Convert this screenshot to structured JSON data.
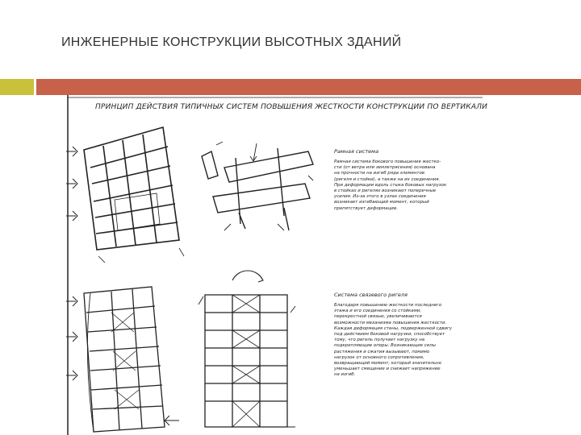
{
  "slide": {
    "title": "ИНЖЕНЕРНЫЕ КОНСТРУКЦИИ ВЫСОТНЫХ ЗДАНИЙ",
    "accent_colors": {
      "square": "#c9c13a",
      "bar": "#c8614a"
    }
  },
  "figure": {
    "heading": "ПРИНЦИП ДЕЙСТВИЯ ТИПИЧНЫХ СИСТЕМ ПОВЫШЕНИЯ ЖЕСТКОСТИ КОНСТРУКЦИИ ПО ВЕРТИКАЛИ",
    "frame_system": {
      "title": "Рамная система",
      "text": "Рамная система бокового повышения жестко-\nсти (от ветра или землетрясения) основана\nна прочности на изгиб ряда элементов\n(ригеля и стойки), а также на их соединения.\nПри деформации вдоль стыка боковых нагрузок\nв стойках и ригелях возникают поперечные\nусилия. Из-за этого в узлах соединения\nвозникает изгибающий момент, который\nпрепятствует деформации."
    },
    "braced_system": {
      "title": "Система связевого ригеля",
      "text": "Благодаря повышению жесткости последнего\nэтажа и его соединения со стойками,\nперекрестной связью, увеличиваются\nвозможности механизма повышения жесткости.\nКаждая деформация стены, подверженной сдвигу\nпод действием боковой нагрузки, способствует\nтому, что ригель получает нагрузку на\nподкрепляющие опоры. Возникающие силы\nрастяжения и сжатия вызывают, помимо\nнагрузок от основного сопротивления,\nвозвращающий момент, который значительно\nуменьшает смещение и снижает напряжение\nна изгиб."
    }
  }
}
